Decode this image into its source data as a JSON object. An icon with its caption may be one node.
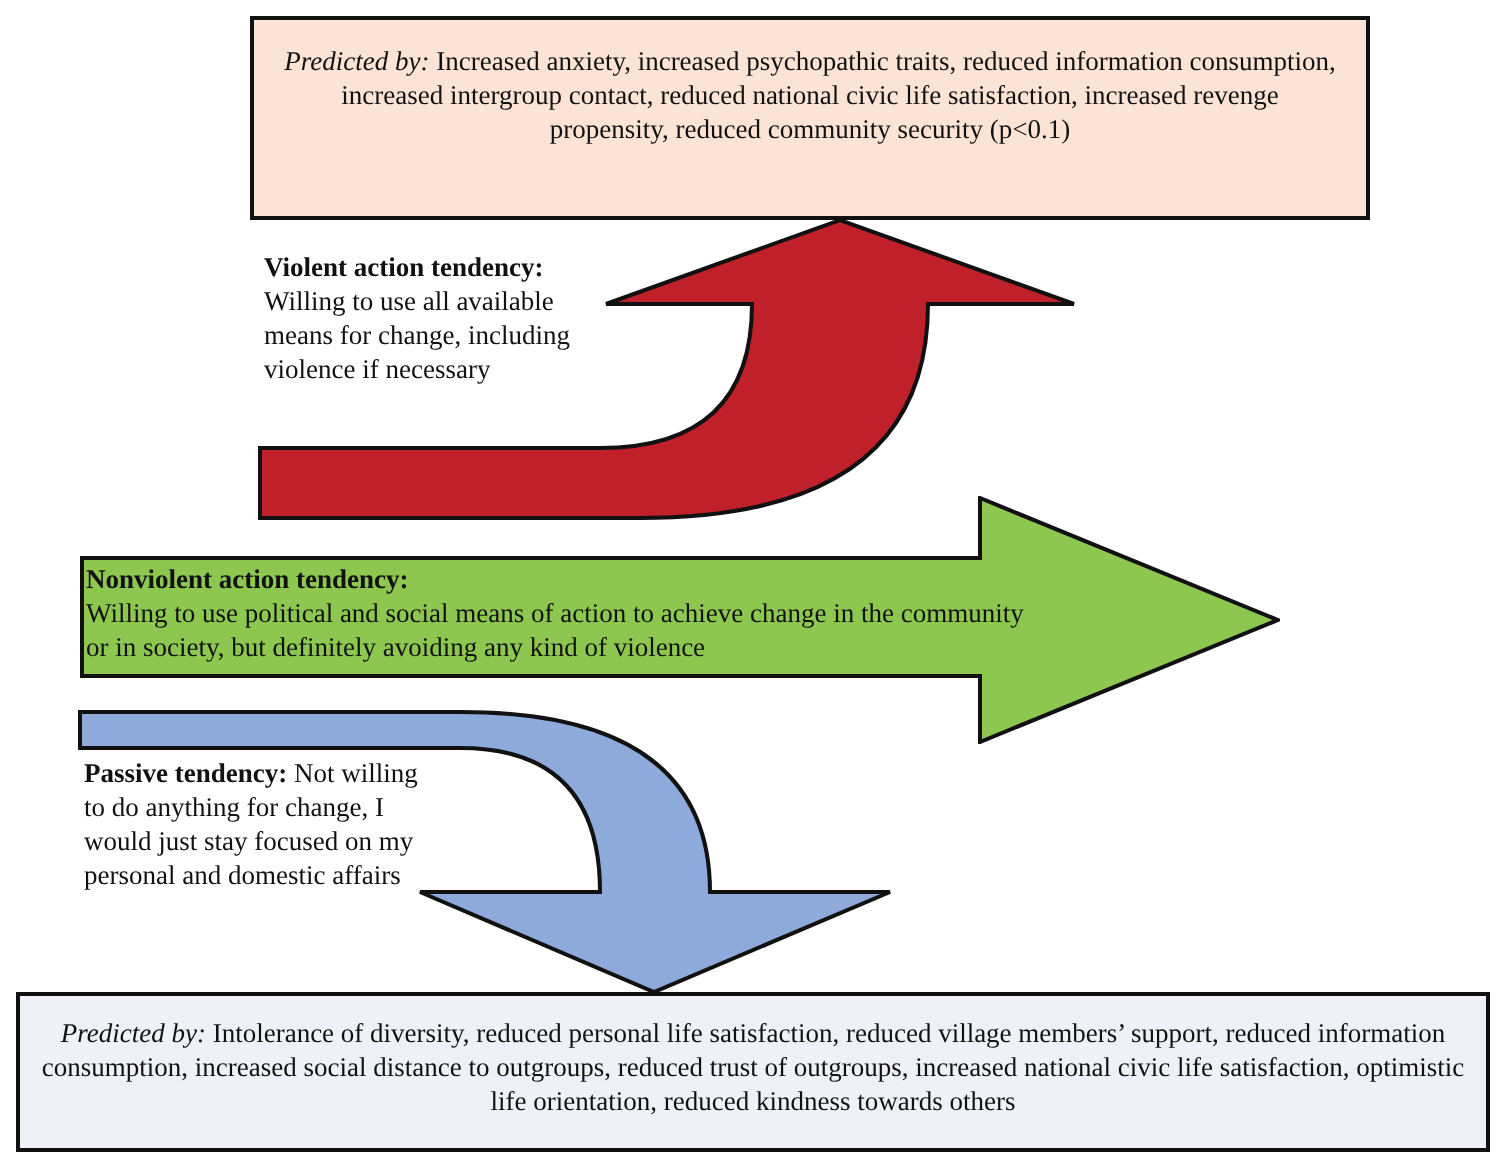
{
  "diagram": {
    "nodes": [
      {
        "text": [
          "*Predicted by:* Increased anxiety, increased psychopathic traits, reduced information consumption, increased intergroup contact, reduced national civic life satisfaction, increased revenge propensity, reduced community security (p<0.1)"
        ]
      },
      {
        "text": [
          "Violent action tendency:",
          "Willing to use all available means for change, including violence if necessary"
        ]
      },
      {
        "text": [
          "Nonviolent action tendency:",
          "Willing to use political and social means of action to achieve change in the community or in society, but definitely avoiding any kind of violence"
        ]
      },
      {
        "text": [
          "**Passive tendency:** Not willing to do anything for change, I would just stay focused on my personal and domestic affairs"
        ]
      },
      {
        "text": [
          "*Predicted by:* Intolerance of diversity, reduced personal life satisfaction, reduced village members’ support, reduced information consumption, increased social distance to outgroups, reduced trust of outgroups, increased national civic life satisfaction, optimistic life orientation, reduced kindness towards others"
        ]
      }
    ],
    "edges": [
      {
        "from": null,
        "to": 0,
        "arrow": "to",
        "color": "#c0202a"
      },
      {
        "from": null,
        "to": 4,
        "arrow": "to",
        "color": "#8eaadb"
      }
    ]
  }
}
